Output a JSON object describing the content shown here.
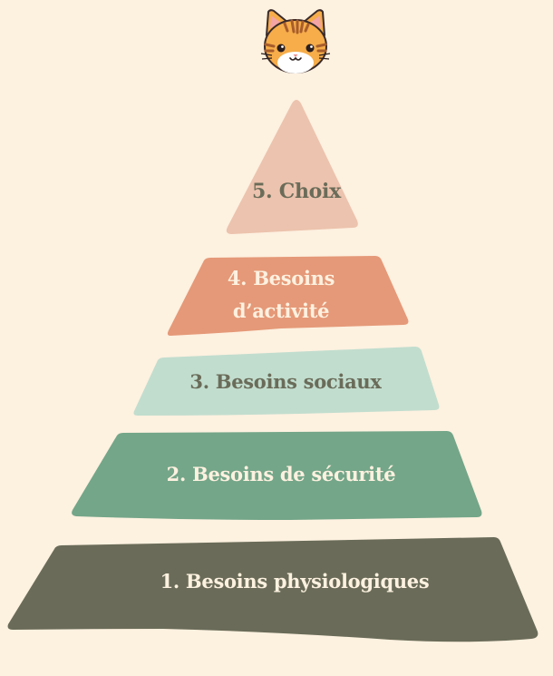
{
  "diagram": {
    "type": "pyramid",
    "mascot_icon": "cat-face-icon",
    "background_color": "#fdf1e0",
    "levels": [
      {
        "rank": 5,
        "label": "5. Choix",
        "lines": [
          "5. Choix"
        ],
        "fill": "#ecc3ae",
        "text_color": "#6a6c59"
      },
      {
        "rank": 4,
        "label": "4. Besoins d’activité",
        "lines": [
          "4. Besoins",
          "d’activité"
        ],
        "fill": "#e59978",
        "text_color": "#fdf1e0"
      },
      {
        "rank": 3,
        "label": "3. Besoins sociaux",
        "lines": [
          "3. Besoins sociaux"
        ],
        "fill": "#c1ddce",
        "text_color": "#6a6c59"
      },
      {
        "rank": 2,
        "label": "2. Besoins de sécurité",
        "lines": [
          "2. Besoins de sécurité"
        ],
        "fill": "#74a689",
        "text_color": "#fdf1e0"
      },
      {
        "rank": 1,
        "label": "1. Besoins physiologiques",
        "lines": [
          "1. Besoins physiologiques"
        ],
        "fill": "#6a6c59",
        "text_color": "#fdf1e0"
      }
    ]
  }
}
